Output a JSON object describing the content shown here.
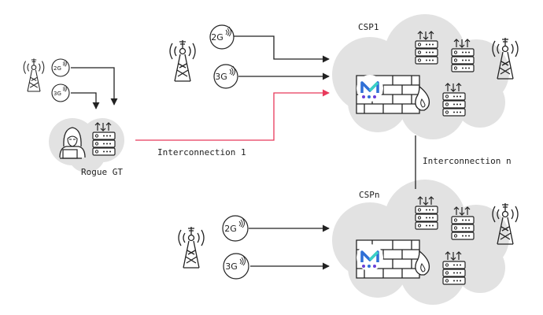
{
  "labels": {
    "csp1": "CSP1",
    "cspn": "CSPn",
    "rogue": "Rogue GT",
    "interconnection1": "Interconnection 1",
    "interconnection_n": "Interconnection n"
  },
  "badges": {
    "rogue_2g": "2G",
    "rogue_3g": "3G",
    "top_2g": "2G",
    "top_3g": "3G",
    "bottom_2g": "2G",
    "bottom_3g": "3G"
  },
  "colors": {
    "cloud": "#e2e2e2",
    "line": "#222222",
    "attack_line": "#e8395b",
    "brand_blue": "#2f6fd6",
    "brand_purple": "#6a3fd8",
    "brand_teal": "#3bd1c6"
  },
  "icons": {
    "tower": "cell-tower-icon",
    "server": "server-rack-icon",
    "firewall": "firewall-icon",
    "hacker": "hacker-icon",
    "logo": "brand-logo-icon"
  }
}
